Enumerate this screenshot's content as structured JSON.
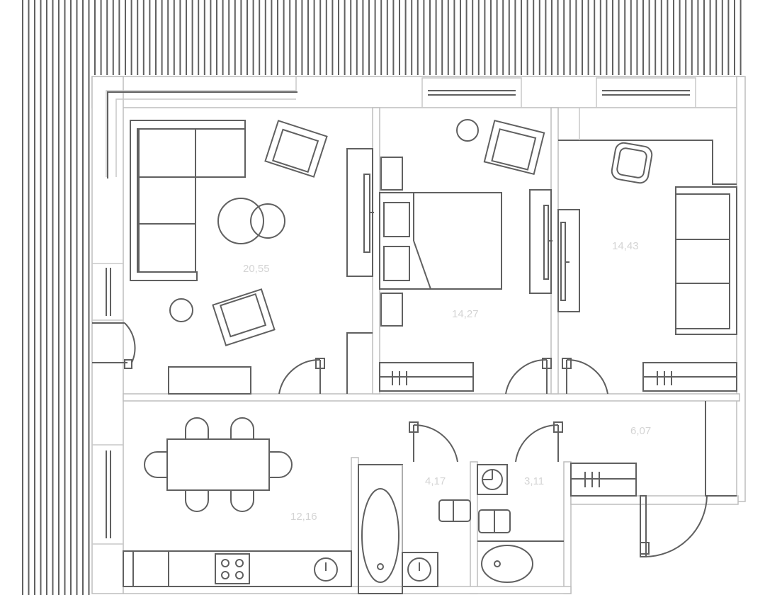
{
  "floorplan": {
    "rooms": [
      {
        "id": "living-room",
        "area": "20,55"
      },
      {
        "id": "bedroom",
        "area": "14,27"
      },
      {
        "id": "second-bedroom",
        "area": "14,43"
      },
      {
        "id": "kitchen-dining",
        "area": "12,16"
      },
      {
        "id": "bathroom",
        "area": "4,17"
      },
      {
        "id": "toilet",
        "area": "3,11"
      },
      {
        "id": "hallway",
        "area": "6,07"
      }
    ]
  }
}
